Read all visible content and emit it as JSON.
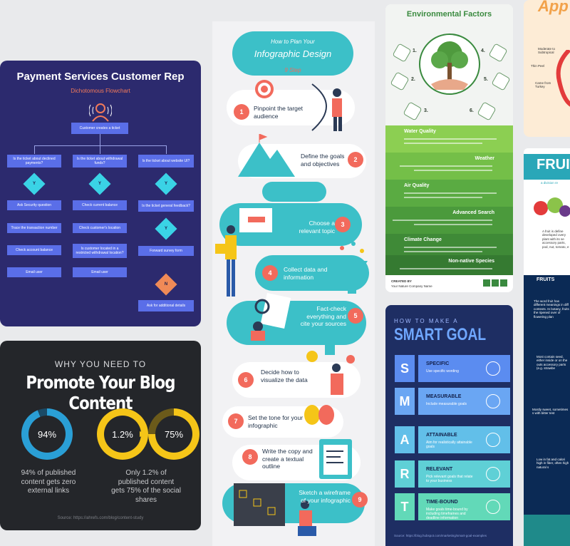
{
  "payment_card": {
    "title": "Payment Services Customer Rep",
    "subtitle": "Dichotomous Flowchart",
    "boxes": {
      "created": "Customer creates a ticket",
      "q1": "Is the ticket about declined payments?",
      "q2": "Is the ticket about withdrawal funds?",
      "q3": "Is the ticket about website UI?",
      "a1": "Ask Security question",
      "b1": "Check current balance",
      "c1": "Is the ticket general feedback?",
      "a2": "Trace the transaction number",
      "b2": "Check customer's location",
      "a3": "Check account balance",
      "b3": "Is customer located in a restricted withdrawal location?",
      "c2": "Forward survey form",
      "a4": "Email user",
      "b4": "Email user",
      "c3": "Ask for additional details"
    },
    "yes_label": "Y",
    "no_label": "N"
  },
  "blog_card": {
    "why": "WHY YOU NEED TO",
    "promote": "Promote Your Blog Content",
    "stat1": "94%",
    "stat2": "1.2%",
    "stat3": "75%",
    "text1": "94% of published content gets zero external links",
    "text2": "Only 1.2% of published content gets 75% of the social shares",
    "source": "Source: https://ahrefs.com/blog/content-study"
  },
  "infog_card": {
    "header_top": "How to Plan Your",
    "header_main": "Infographic Design",
    "header_steps": "9 Step",
    "steps": [
      {
        "n": "1",
        "t": "Pinpoint the target audience"
      },
      {
        "n": "2",
        "t": "Define the goals and objectives"
      },
      {
        "n": "3",
        "t": "Choose a relevant topic"
      },
      {
        "n": "4",
        "t": "Collect data and information"
      },
      {
        "n": "5",
        "t": "Fact-check everything and cite your sources"
      },
      {
        "n": "6",
        "t": "Decide how to visualize the data"
      },
      {
        "n": "7",
        "t": "Set the tone for your infographic"
      },
      {
        "n": "8",
        "t": "Write the copy and create a textual outline"
      },
      {
        "n": "9",
        "t": "Sketch a wireframe of your infographic"
      }
    ]
  },
  "env_card": {
    "title": "Environmental Factors",
    "nums": [
      "1.",
      "2.",
      "3.",
      "4.",
      "5.",
      "6."
    ],
    "bands": [
      {
        "t": "Water Quality",
        "color": "#8ccf52"
      },
      {
        "t": "Weather",
        "color": "#74bf48"
      },
      {
        "t": "Air Quality",
        "color": "#5aab42"
      },
      {
        "t": "Advanced Search",
        "color": "#4b9a3c"
      },
      {
        "t": "Climate Change",
        "color": "#3f8a37"
      },
      {
        "t": "Non-native Species",
        "color": "#357a31"
      }
    ],
    "footer_created": "CREATED BY",
    "footer_company": "Your Nature Company Name"
  },
  "smart_card": {
    "how": "HOW TO MAKE A",
    "title": "SMART GOAL",
    "rows": [
      {
        "letter": "S",
        "name": "SPECIFIC",
        "desc": "Use specific wording",
        "color": "#5b8cf0"
      },
      {
        "letter": "M",
        "name": "MEASURABLE",
        "desc": "Include measurable goals",
        "color": "#6aa6f3"
      },
      {
        "letter": "A",
        "name": "ATTAINABLE",
        "desc": "Aim for realistically attainable goals",
        "color": "#62bfe9"
      },
      {
        "letter": "R",
        "name": "RELEVANT",
        "desc": "Pick relevant goals that relate to your business",
        "color": "#5fd0d6"
      },
      {
        "letter": "T",
        "name": "TIME-BOUND",
        "desc": "Make goals time-bound by including timeframes and deadline information",
        "color": "#62d9b8"
      }
    ],
    "source": "Source: https://blog.hubspot.com/marketing/smart-goal-examples"
  },
  "app_card": {
    "title": "App",
    "label1": "Moderate to Subtropical",
    "label2": "Thin Peel",
    "label3": "Came from Turkey"
  },
  "fruit_card": {
    "title": "FRUITS",
    "subtitle": "a division re",
    "p1": "A fruit is define developed overy plant with its se accessory parts, pod, nut, tomato, e",
    "band": "FRUITS",
    "p2": "The word fruit has different meanings in diff contexts. In botany, fruits the ripened over of flowering plan",
    "p3": "Most contain seed, either inside or on the outs accessory parts (e.g. strawbe",
    "p4": "Mostly sweet, sometimes s with bitter test",
    "p5": "Low in fat and calori high in fiber, often high natural s"
  }
}
